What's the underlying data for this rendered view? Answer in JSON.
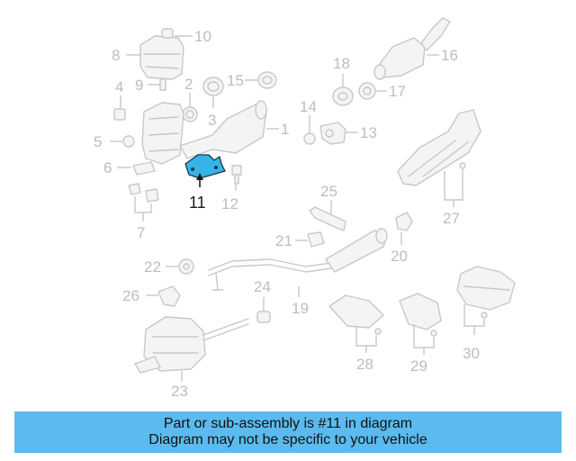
{
  "diagram": {
    "callouts": {
      "c1": "1",
      "c2": "2",
      "c3": "3",
      "c4": "4",
      "c5": "5",
      "c6": "6",
      "c7": "7",
      "c8": "8",
      "c9": "9",
      "c10": "10",
      "c11": "11",
      "c12": "12",
      "c13": "13",
      "c14": "14",
      "c15": "15",
      "c16": "16",
      "c17": "17",
      "c18": "18",
      "c19": "19",
      "c20": "20",
      "c21": "21",
      "c22": "22",
      "c23": "23",
      "c24": "24",
      "c25": "25",
      "c26": "26",
      "c27": "27",
      "c28": "28",
      "c29": "29",
      "c30": "30"
    },
    "highlight_color": "#36b4e6"
  },
  "banner": {
    "line1": "Part or sub-assembly is #11 in diagram",
    "line2": "Diagram may not be specific to your vehicle",
    "color": "#5bbbee"
  }
}
